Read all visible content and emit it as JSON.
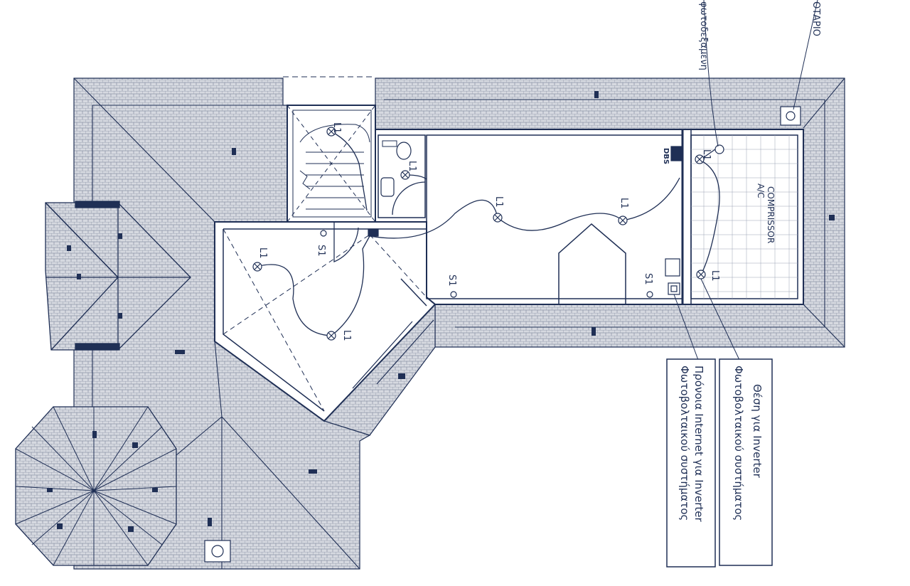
{
  "colors": {
    "ink": "#1f2f55",
    "roof_fill": "#c9cdd6",
    "paper": "#ffffff"
  },
  "labels": {
    "light": "L1",
    "switch": "S1",
    "dbs": "DBS",
    "compressor": "COMPRISSOR",
    "ac": "A/C",
    "top_left_callout": "φωτοδεξαμενη",
    "top_right_callout": "ΟΤΑΡΙΟ"
  },
  "callouts": {
    "inverter_position_line1": "Θέση για Inverter",
    "inverter_position_line2": "Φωτοβολταικού συστήματος",
    "internet_provision_line1": "Πρόνοια Internet για Inverter",
    "internet_provision_line2": "Φωτοβολταικού συστήματος"
  }
}
